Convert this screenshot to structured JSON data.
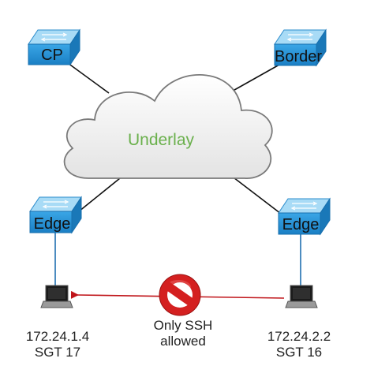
{
  "cloud": {
    "label": "Underlay",
    "label_color": "#6ab04c"
  },
  "nodes": {
    "cp": {
      "label": "CP",
      "icon": "switch-icon"
    },
    "border": {
      "label": "Border",
      "icon": "switch-icon"
    },
    "edge_left": {
      "label": "Edge",
      "icon": "switch-icon"
    },
    "edge_right": {
      "label": "Edge",
      "icon": "switch-icon"
    }
  },
  "hosts": {
    "left": {
      "ip": "172.24.1.4",
      "sgt": "SGT 17",
      "icon": "laptop-icon"
    },
    "right": {
      "ip": "172.24.2.2",
      "sgt": "SGT 16",
      "icon": "laptop-icon"
    }
  },
  "policy": {
    "line1": "Only SSH",
    "line2": "allowed",
    "icon": "no-entry-icon",
    "color": "#d42020"
  },
  "colors": {
    "switch_top": "#9fd7f5",
    "switch_front": "#1f8fd4",
    "cloud_fill": "#f0f0f0",
    "link": "#111111",
    "access_link": "#1f6fb0",
    "traffic_arrow": "#c0151a"
  }
}
